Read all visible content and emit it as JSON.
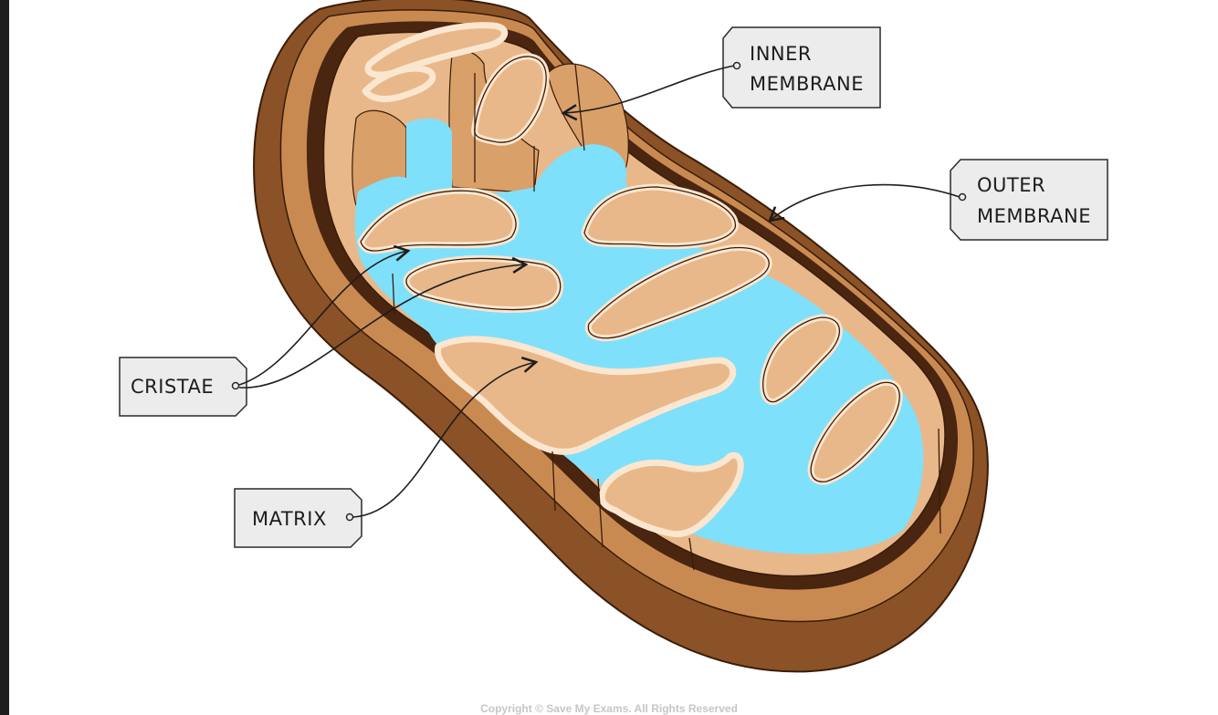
{
  "labels": {
    "inner_membrane": {
      "line1": "INNER",
      "line2": "MEMBRANE"
    },
    "outer_membrane": {
      "line1": "OUTER",
      "line2": "MEMBRANE"
    },
    "cristae": "CRISTAE",
    "matrix": "MATRIX"
  },
  "copyright": "Copyright © Save My Exams. All Rights Reserved",
  "colors": {
    "outer_shell": "#8a5226",
    "outer_rim": "#c98a52",
    "intermembrane": "#4a2510",
    "inner_tissue": "#e8b88a",
    "cristae_fold": "#d9a06a",
    "matrix": "#7fe0fb",
    "membrane_edge": "#fbe6cf",
    "tag_fill": "#ececec",
    "tag_stroke": "#2a2a2a"
  }
}
